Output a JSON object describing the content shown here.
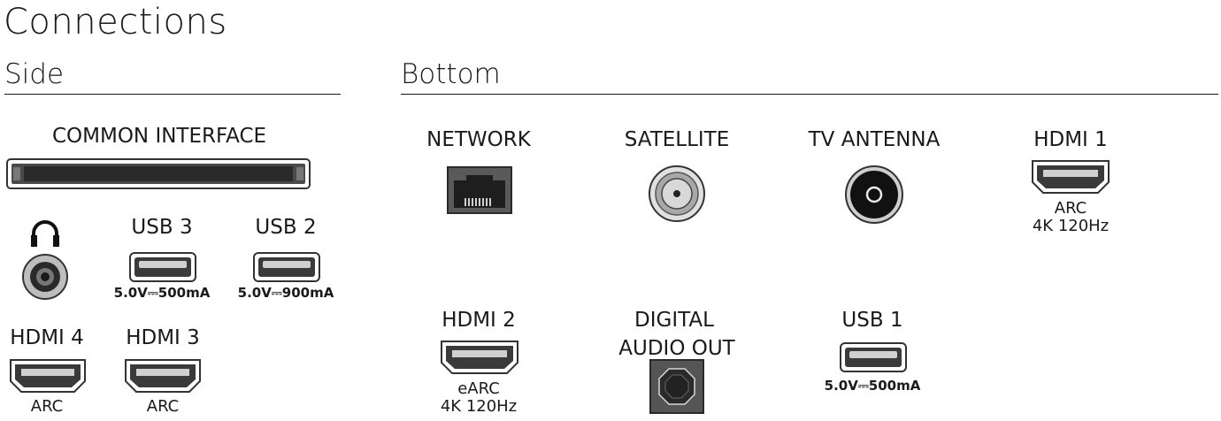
{
  "title": "Connections",
  "sections": {
    "side": "Side",
    "bottom": "Bottom"
  },
  "side": {
    "common_interface": "COMMON INTERFACE",
    "usb3": {
      "label": "USB 3",
      "spec": "5.0V⎓500mA"
    },
    "usb2": {
      "label": "USB 2",
      "spec": "5.0V⎓900mA"
    },
    "hdmi4": {
      "label": "HDMI 4",
      "sub": "ARC"
    },
    "hdmi3": {
      "label": "HDMI 3",
      "sub": "ARC"
    },
    "headphone_icon": "headphones-icon"
  },
  "bottom": {
    "network": "NETWORK",
    "satellite": "SATELLITE",
    "tv_antenna": "TV ANTENNA",
    "hdmi1": {
      "label": "HDMI 1",
      "sub1": "ARC",
      "sub2": "4K 120Hz"
    },
    "hdmi2": {
      "label": "HDMI 2",
      "sub1": "eARC",
      "sub2": "4K 120Hz"
    },
    "digital_audio": {
      "line1": "DIGITAL",
      "line2": "AUDIO OUT"
    },
    "usb1": {
      "label": "USB 1",
      "spec": "5.0V⎓500mA"
    }
  },
  "colors": {
    "port_dark": "#3a3a3a",
    "port_mid": "#6e6e6e",
    "port_light": "#cfcfcf"
  }
}
